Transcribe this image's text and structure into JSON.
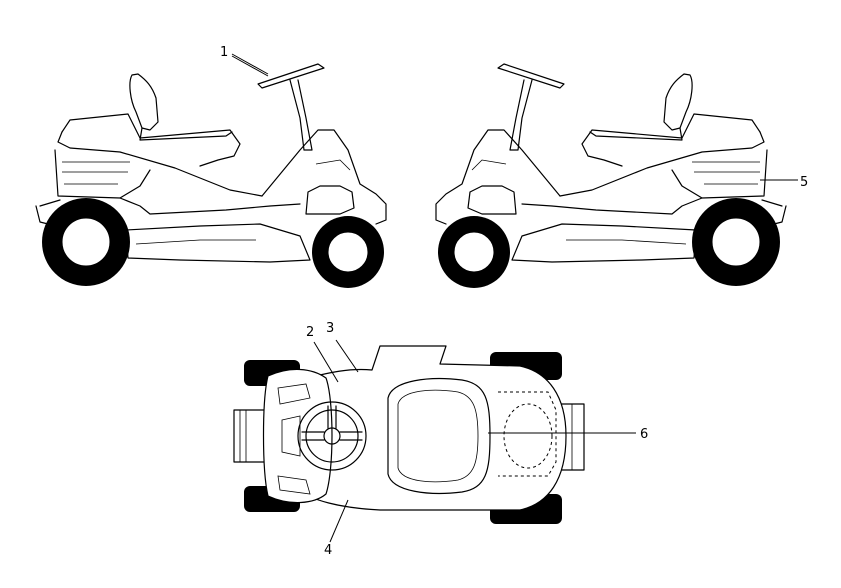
{
  "callouts": [
    "1",
    "2",
    "3",
    "4",
    "5",
    "6"
  ],
  "colors": {
    "line": "#000000",
    "background": "#ffffff"
  }
}
